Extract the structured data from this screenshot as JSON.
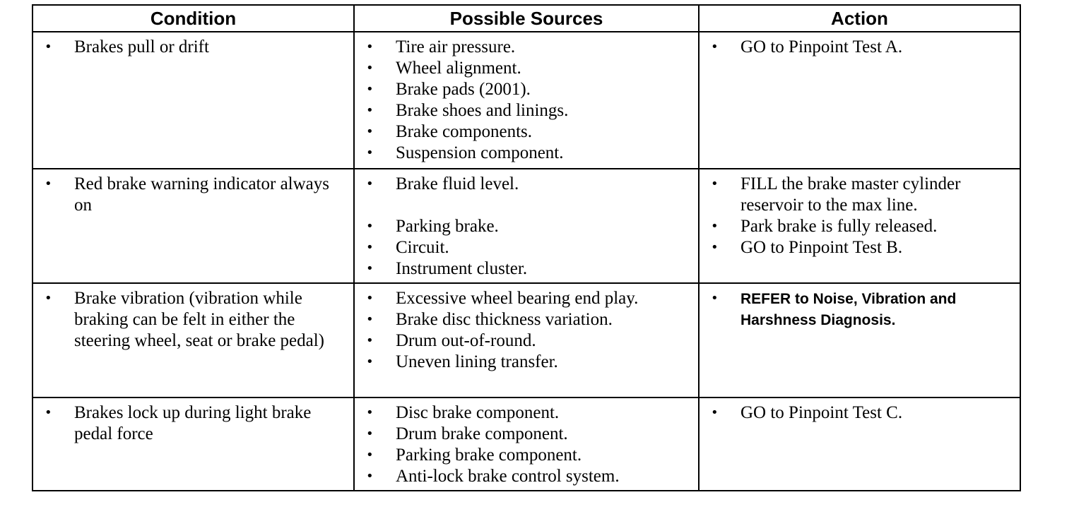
{
  "headers": {
    "condition": "Condition",
    "sources": "Possible Sources",
    "action": "Action"
  },
  "bullet": "•",
  "rows": [
    {
      "condition": [
        "Brakes pull or drift"
      ],
      "sources": [
        "Tire air pressure.",
        "Wheel alignment.",
        "Brake pads (2001).",
        "Brake shoes and linings.",
        "Brake components.",
        "Suspension component."
      ],
      "actions": [
        "GO to Pinpoint Test A."
      ]
    },
    {
      "condition": [
        "Red brake warning indicator always on"
      ],
      "sources": [
        "Brake fluid level.",
        "Parking brake.",
        "Circuit.",
        "Instrument cluster."
      ],
      "actions": [
        "FILL the brake master cylinder reservoir to the max line.",
        "Park brake is fully released.",
        "GO to Pinpoint Test B."
      ]
    },
    {
      "condition": [
        "Brake vibration (vibration while braking can be felt in either the steering wheel, seat or brake pedal)"
      ],
      "sources": [
        "Excessive wheel bearing end play.",
        "Brake disc thickness variation.",
        "Drum out-of-round.",
        "Uneven lining transfer."
      ],
      "actions": [
        "REFER to Noise, Vibration and Harshness Diagnosis."
      ]
    },
    {
      "condition": [
        "Brakes lock up during light brake pedal force"
      ],
      "sources": [
        "Disc brake component.",
        "Drum brake component.",
        "Parking brake component.",
        "Anti-lock brake control system."
      ],
      "actions": [
        "GO to Pinpoint Test C."
      ]
    }
  ]
}
